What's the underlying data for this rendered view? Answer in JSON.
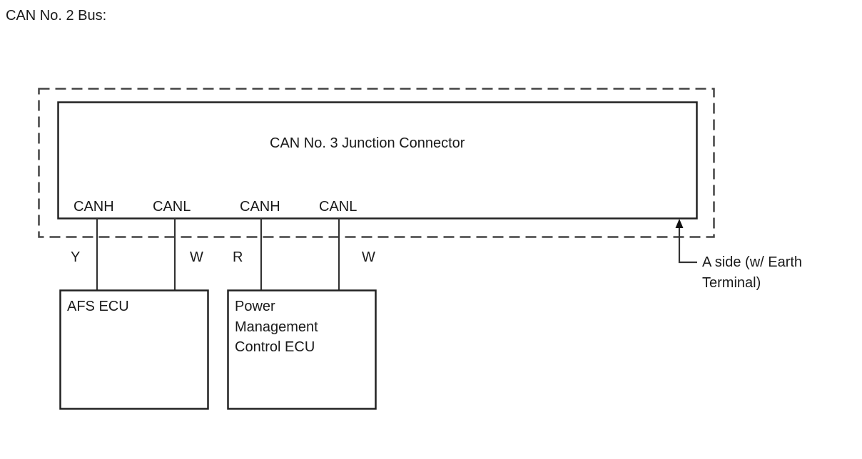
{
  "title": "CAN No. 2 Bus:",
  "junction_connector": {
    "label": "CAN No. 3 Junction Connector",
    "terminals": [
      "CANH",
      "CANL",
      "CANH",
      "CANL"
    ]
  },
  "wire_colors": [
    "Y",
    "W",
    "R",
    "W"
  ],
  "ecus": [
    {
      "name": "AFS ECU",
      "lines": [
        "AFS ECU"
      ]
    },
    {
      "name": "Power Management Control ECU",
      "lines": [
        "Power",
        "Management",
        "Control ECU"
      ]
    }
  ],
  "annotation": {
    "lines": [
      "A side (w/ Earth",
      "Terminal)"
    ]
  },
  "colors": {
    "line": "#222222",
    "dashed": "#444444",
    "background": "#ffffff"
  }
}
